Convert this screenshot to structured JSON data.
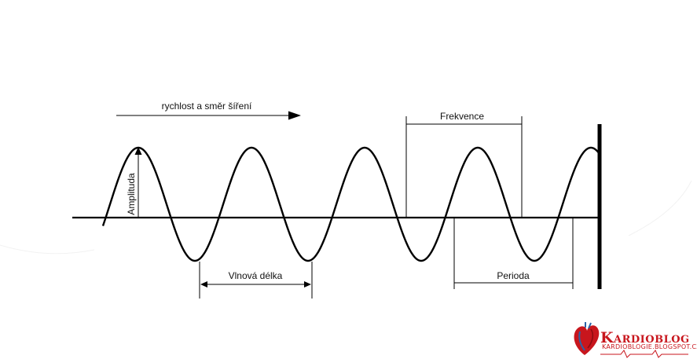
{
  "labels": {
    "speed_direction": "rychlost a směr šíření",
    "frequency": "Frekvence",
    "amplitude": "Amplituda",
    "wavelength": "Vlnová délka",
    "period": "Perioda"
  },
  "logo": {
    "title": "Kardioblog",
    "url": "kardioblogie.blogspot.cz"
  },
  "colors": {
    "line": "#000000",
    "logo_red": "#c8161d",
    "logo_blue": "#2a63a8"
  },
  "icons": {
    "logo_mark": "heart-icon"
  }
}
